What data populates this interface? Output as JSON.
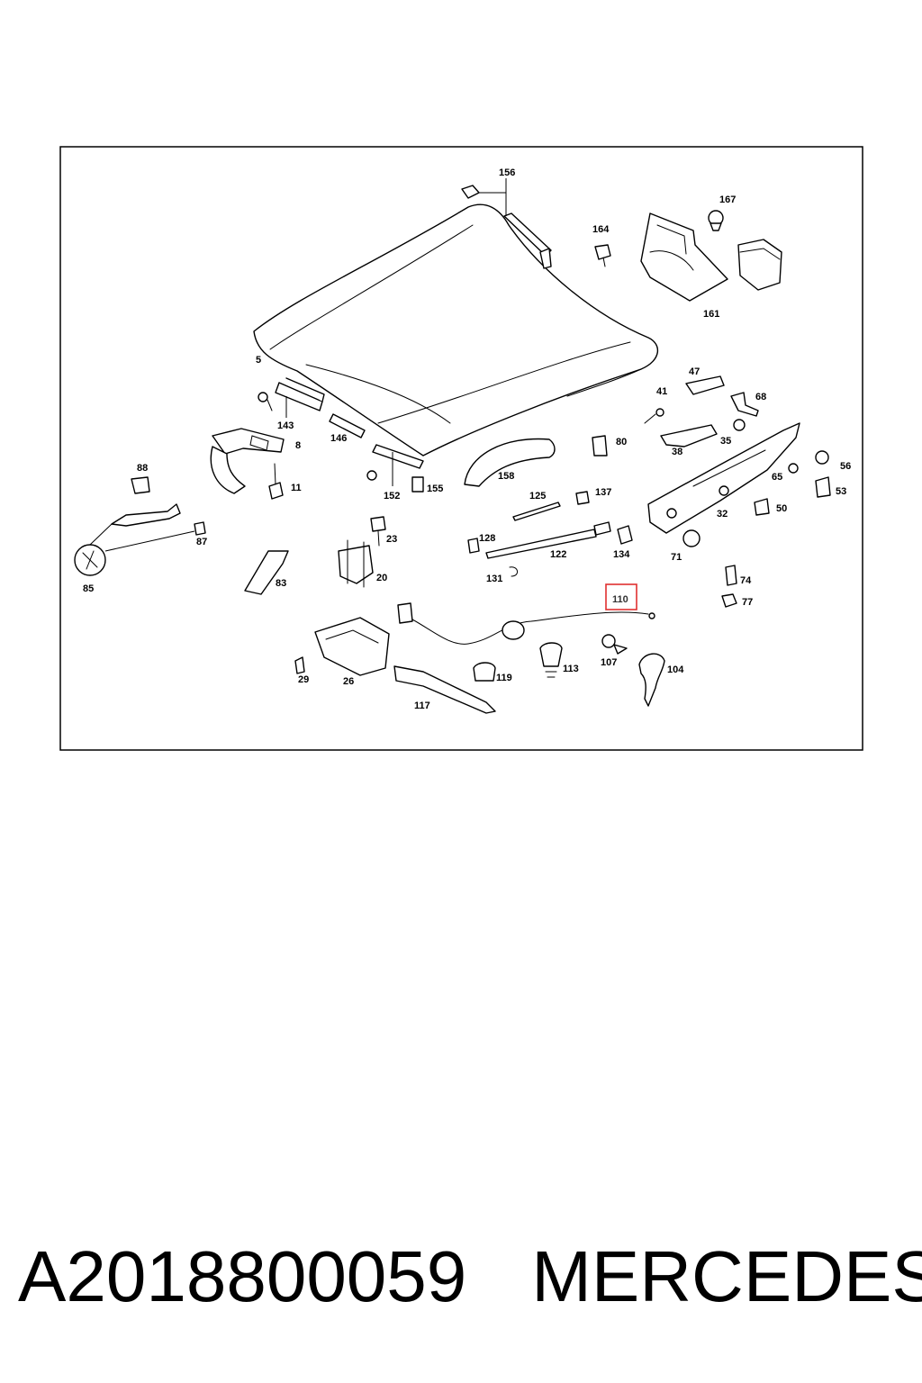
{
  "diagram": {
    "labels": {
      "p156": "156",
      "p167": "167",
      "p164": "164",
      "p161": "161",
      "p5": "5",
      "p47": "47",
      "p41": "41",
      "p68": "68",
      "p143": "143",
      "p146": "146",
      "p8": "8",
      "p80": "80",
      "p38": "38",
      "p35": "35",
      "p56": "56",
      "p65": "65",
      "p53": "53",
      "p88": "88",
      "p11": "11",
      "p152": "152",
      "p155": "155",
      "p158": "158",
      "p125": "125",
      "p137": "137",
      "p50": "50",
      "p32": "32",
      "p87": "87",
      "p23": "23",
      "p128": "128",
      "p122": "122",
      "p134": "134",
      "p71": "71",
      "p85": "85",
      "p83": "83",
      "p20": "20",
      "p131": "131",
      "p74": "74",
      "p77": "77",
      "p110": "110",
      "p29": "29",
      "p26": "26",
      "p119": "119",
      "p113": "113",
      "p107": "107",
      "p104": "104",
      "p117": "117"
    },
    "highlight_color": "#e03030"
  },
  "caption": {
    "part_number": "A2018800059",
    "brand": "MERCEDES"
  }
}
